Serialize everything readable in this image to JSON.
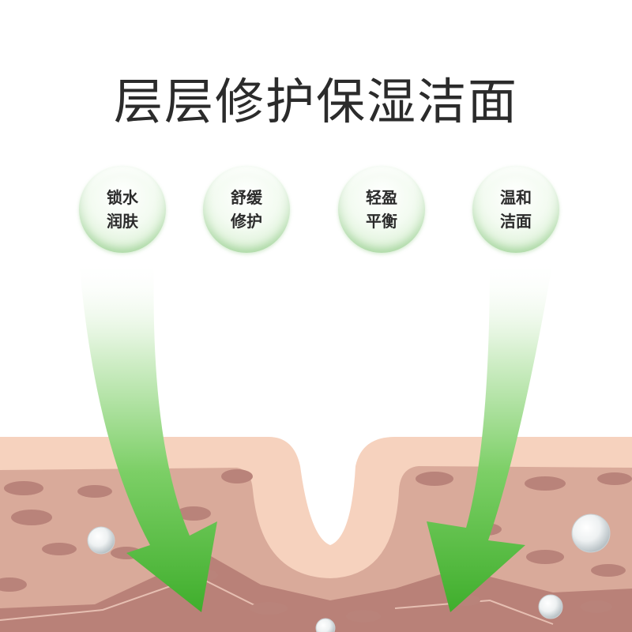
{
  "headline": "层层修护保湿洁面",
  "benefits": [
    {
      "line1": "锁水",
      "line2": "润肤"
    },
    {
      "line1": "舒缓",
      "line2": "修护"
    },
    {
      "line1": "轻盈",
      "line2": "平衡"
    },
    {
      "line1": "温和",
      "line2": "洁面"
    }
  ],
  "colors": {
    "arrow_green": "#4dbb3a",
    "skin_top": "#f6d2be",
    "skin_mid": "#d9a99a",
    "skin_cell": "#b9837a",
    "skin_deep": "#b67e74"
  }
}
